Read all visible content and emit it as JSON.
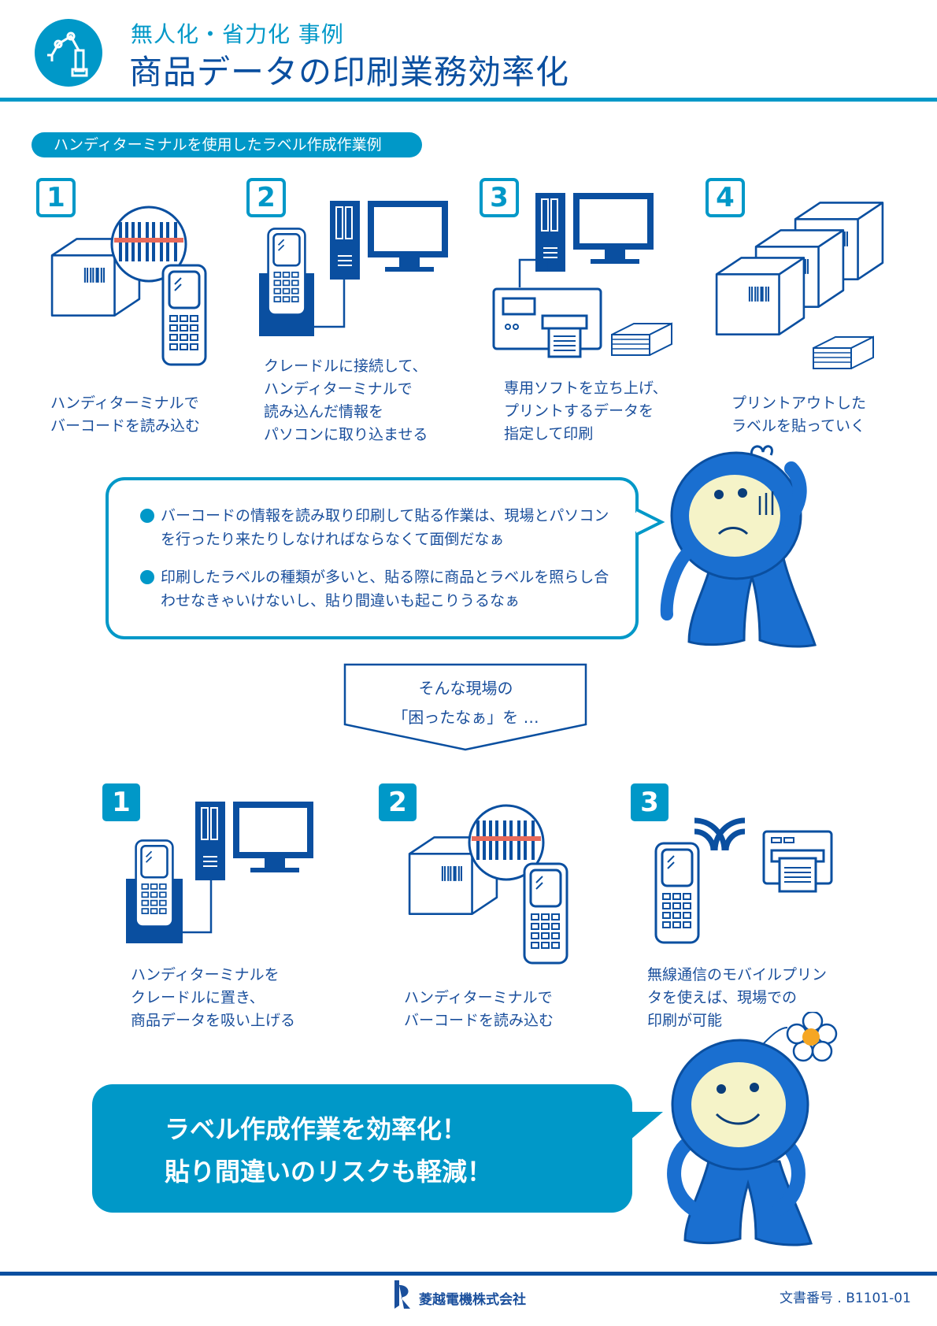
{
  "header": {
    "subtitle": "無人化・省力化 事例",
    "title": "商品データの印刷業務効率化",
    "icon": "robot-arm-icon"
  },
  "section_label": "ハンディターミナルを使用したラベル作成作業例",
  "before_steps": [
    {
      "number": "1",
      "caption": "ハンディターミナルで\nバーコードを読み込む"
    },
    {
      "number": "2",
      "caption": "クレードルに接続して、\nハンディターミナルで\n読み込んだ情報を\nパソコンに取り込ませる"
    },
    {
      "number": "3",
      "caption": "専用ソフトを立ち上げ、\nプリントするデータを\n指定して印刷"
    },
    {
      "number": "4",
      "caption": "プリントアウトした\nラベルを貼っていく"
    }
  ],
  "problems": [
    "バーコードの情報を読み取り印刷して貼る作業は、現場とパソコンを行ったり来たりしなければならなくて面倒だなぁ",
    "印刷したラベルの種類が多いと、貼る際に商品とラベルを照らし合わせなきゃいけないし、貼り間違いも起こりうるなぁ"
  ],
  "transition": {
    "line1": "そんな現場の",
    "line2": "「困ったなぁ」を …"
  },
  "after_steps": [
    {
      "number": "1",
      "caption": "ハンディターミナルを\nクレードルに置き、\n商品データを吸い上げる"
    },
    {
      "number": "2",
      "caption": "ハンディターミナルで\nバーコードを読み込む"
    },
    {
      "number": "3",
      "caption": "無線通信のモバイルプリン\nタを使えば、現場での\n印刷が可能"
    }
  ],
  "result": {
    "line1": "ラベル作成作業を効率化！",
    "line2": "貼り間違いのリスクも軽減！"
  },
  "footer": {
    "company": "菱越電機株式会社",
    "doc_number": "文書番号 . B1101-01"
  },
  "colors": {
    "accent": "#0098c8",
    "dark": "#0a4fa0",
    "character": "#1a6fd0",
    "face": "#f5f3c8",
    "flower": "#f5a623"
  }
}
